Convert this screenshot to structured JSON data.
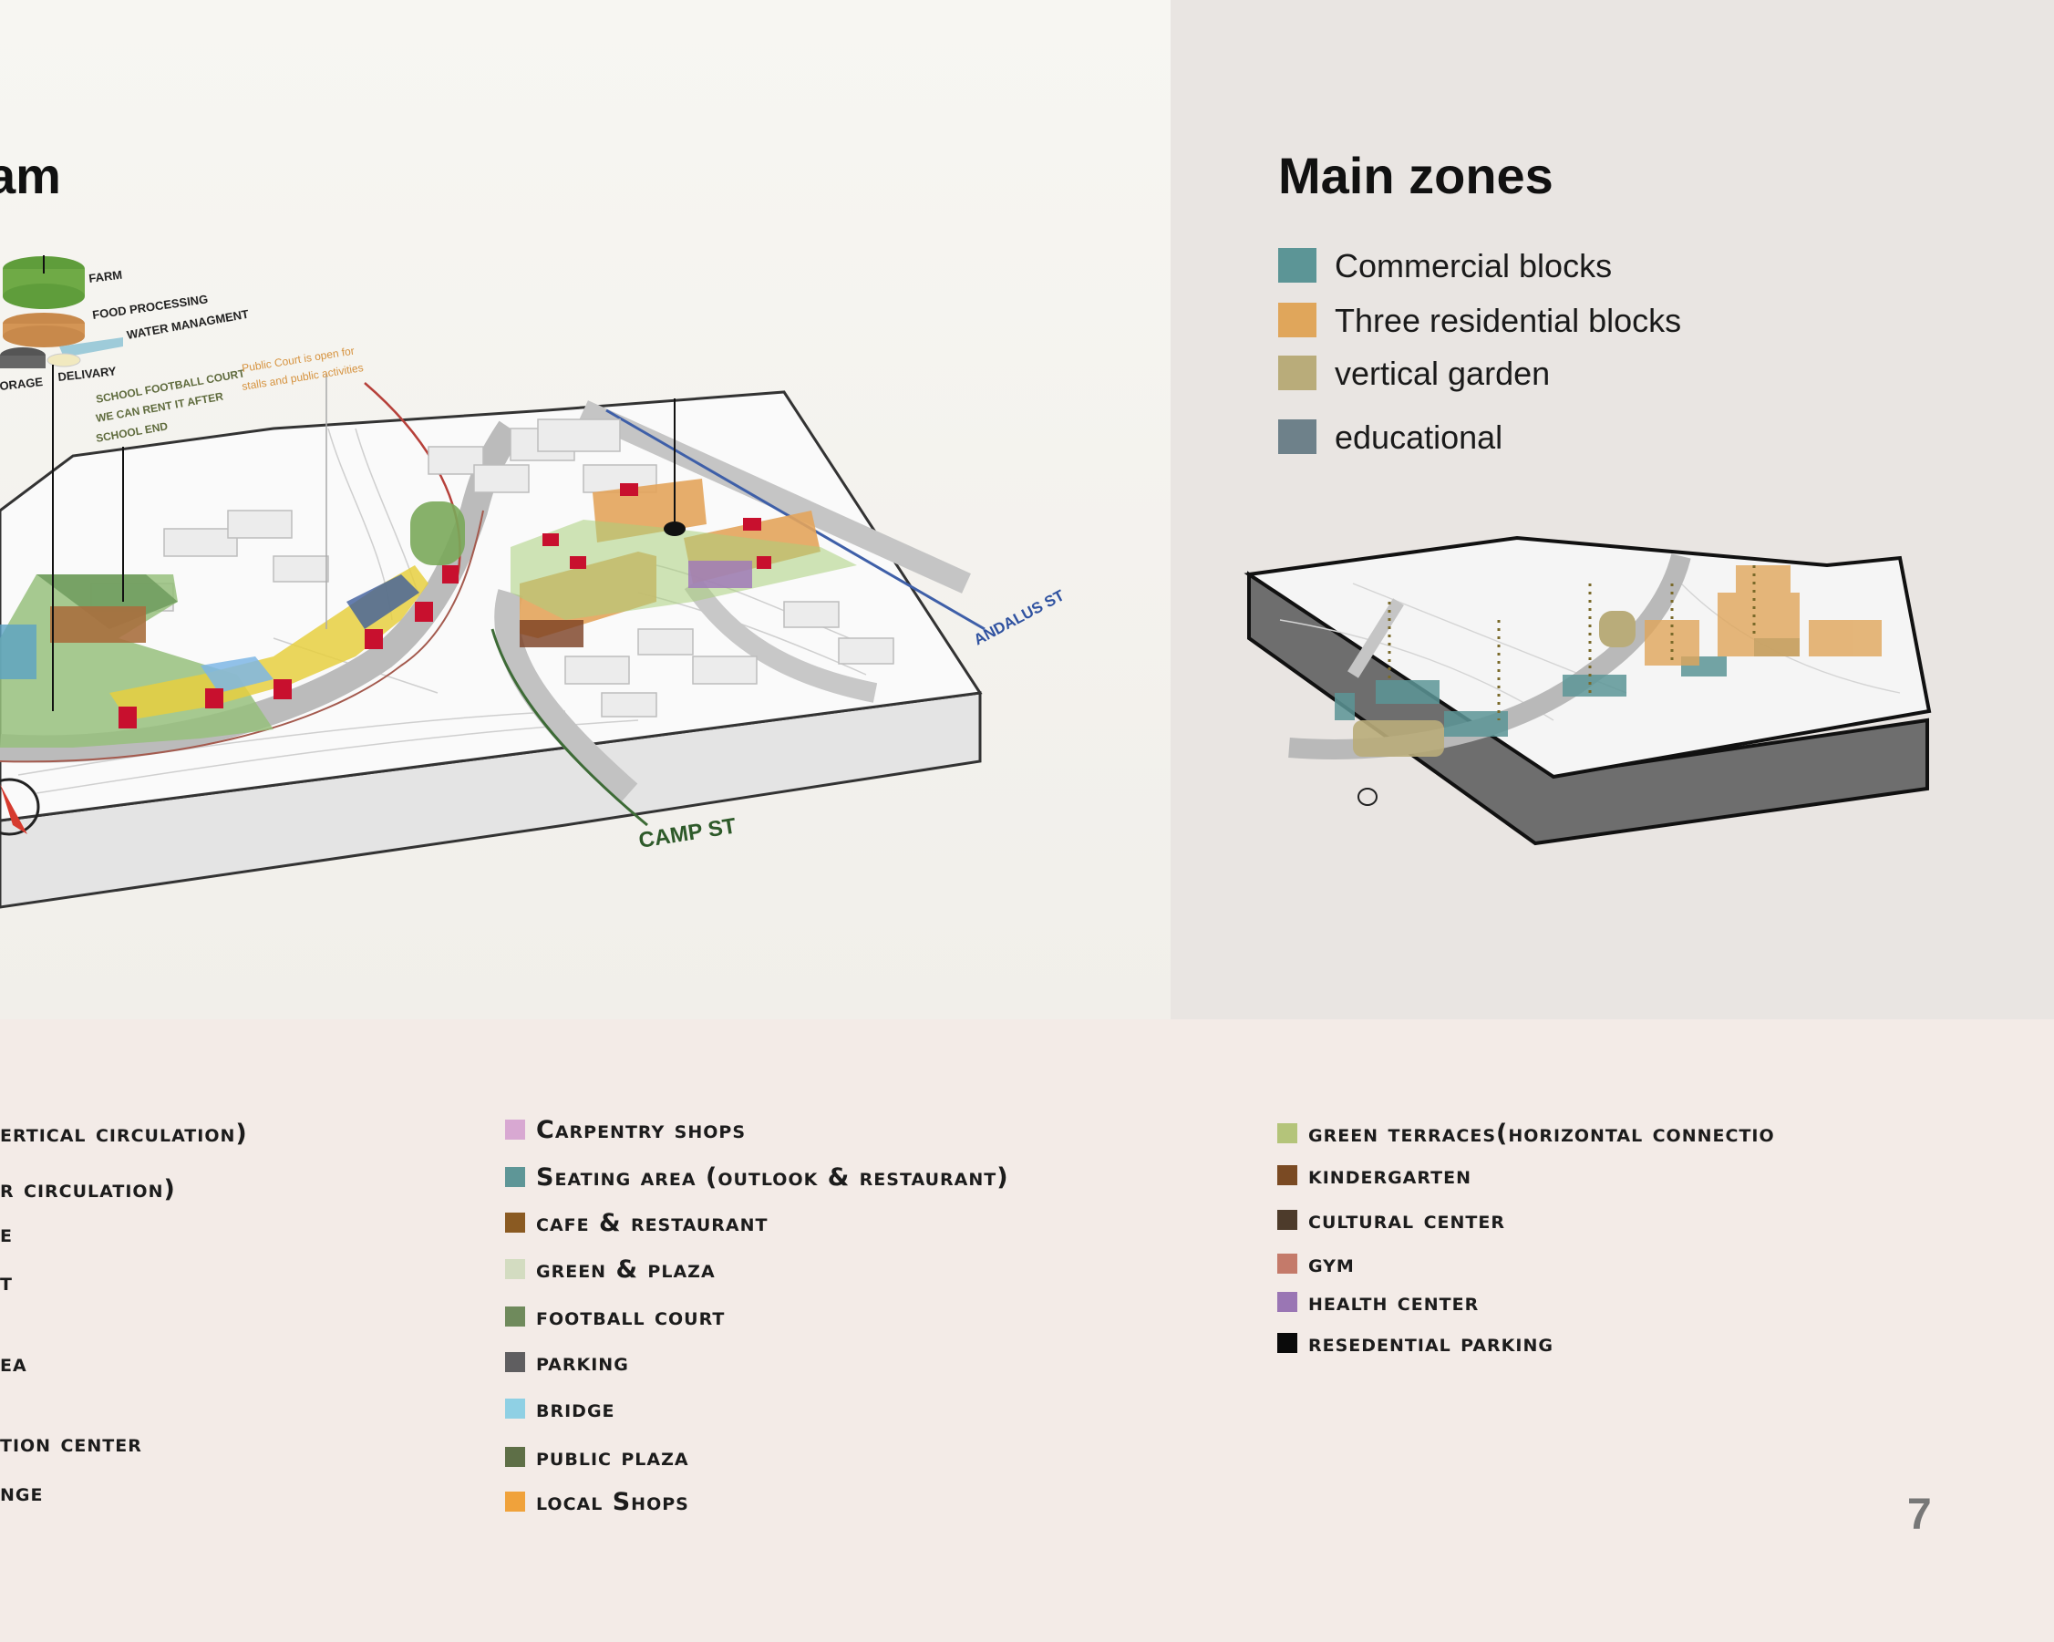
{
  "left": {
    "heading": "am",
    "labels": {
      "farm": "FARM",
      "food_processing": "FOOD PROCESSING",
      "water_managment": "WATER MANAGMENT",
      "storage": "ORAGE",
      "delivary": "DELIVARY",
      "school_court": [
        "SCHOOL FOOTBALL COURT",
        "WE CAN RENT IT AFTER",
        "SCHOOL END"
      ],
      "public_court": [
        "Public Court is open for",
        "stalls and public activities"
      ],
      "andalus_st": "ANDALUS ST",
      "camp_st": "CAMP ST"
    }
  },
  "right": {
    "heading": "Main zones",
    "zones": [
      {
        "label": "Commercial blocks",
        "color": "#5c9596"
      },
      {
        "label": "Three residential blocks",
        "color": "#e0a65b"
      },
      {
        "label": "vertical garden",
        "color": "#b9ac7a"
      },
      {
        "label": "educational",
        "color": "#6e818a"
      }
    ]
  },
  "legend": {
    "col1": [
      {
        "label": "ertical circulation)"
      },
      {
        "label": "r circulation)"
      },
      {
        "label": "e"
      },
      {
        "label": "t"
      },
      {
        "label": "ea"
      },
      {
        "label": "tion center"
      },
      {
        "label": "nge"
      }
    ],
    "col2": [
      {
        "label": "Carpentry shops",
        "color": "#d8a8d2"
      },
      {
        "label": "Seating area (outlook & restaurant)",
        "color": "#5e9697"
      },
      {
        "label": "cafe & restaurant",
        "color": "#8a5a22"
      },
      {
        "label": "green & plaza",
        "color": "#d3dcc1"
      },
      {
        "label": "football court",
        "color": "#6f8a5c"
      },
      {
        "label": "parking",
        "color": "#5f5e60"
      },
      {
        "label": "bridge",
        "color": "#8fd0e4"
      },
      {
        "label": "public plaza",
        "color": "#5e6f47"
      },
      {
        "label": "local Shops",
        "color": "#f0a23b"
      }
    ],
    "col3": [
      {
        "label": "green terraces(horizontal connectio",
        "color": "#b4c47a"
      },
      {
        "label": "kindergarten",
        "color": "#7a4a23"
      },
      {
        "label": "cultural center",
        "color": "#4d3b2b"
      },
      {
        "label": "gym",
        "color": "#c47a6a"
      },
      {
        "label": "health center",
        "color": "#9a76b4"
      },
      {
        "label": "resedential parking",
        "color": "#0a0a0a"
      }
    ]
  },
  "page_number": "7"
}
